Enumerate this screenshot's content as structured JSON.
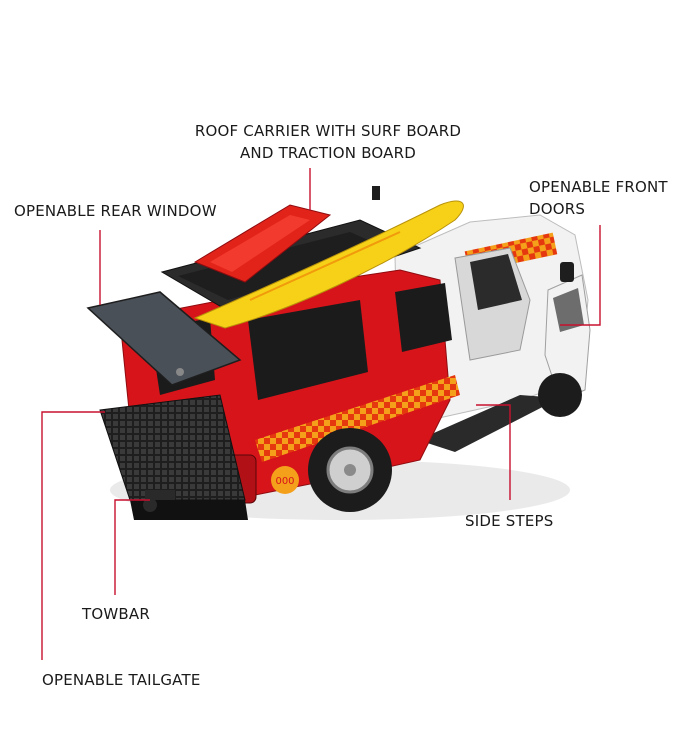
{
  "callouts": {
    "roof_carrier_line1": "ROOF CARRIER WITH SURF BOARD",
    "roof_carrier_line2": "AND TRACTION BOARD",
    "rear_window": "OPENABLE REAR WINDOW",
    "front_doors_line1": "OPENABLE FRONT",
    "front_doors_line2": "DOORS",
    "side_steps": "SIDE STEPS",
    "towbar": "TOWBAR",
    "tailgate": "OPENABLE TAILGATE"
  },
  "vehicle": {
    "emblem_text": "000"
  },
  "colors": {
    "leader_line": "#c8102e",
    "body_red": "#d7141a",
    "body_white": "#f2f2f2",
    "checker_orange": "#f5a01a",
    "surfboard_yellow": "#f7d117",
    "traction_board_red": "#e2231a",
    "rack_black": "#1e1e1e"
  }
}
